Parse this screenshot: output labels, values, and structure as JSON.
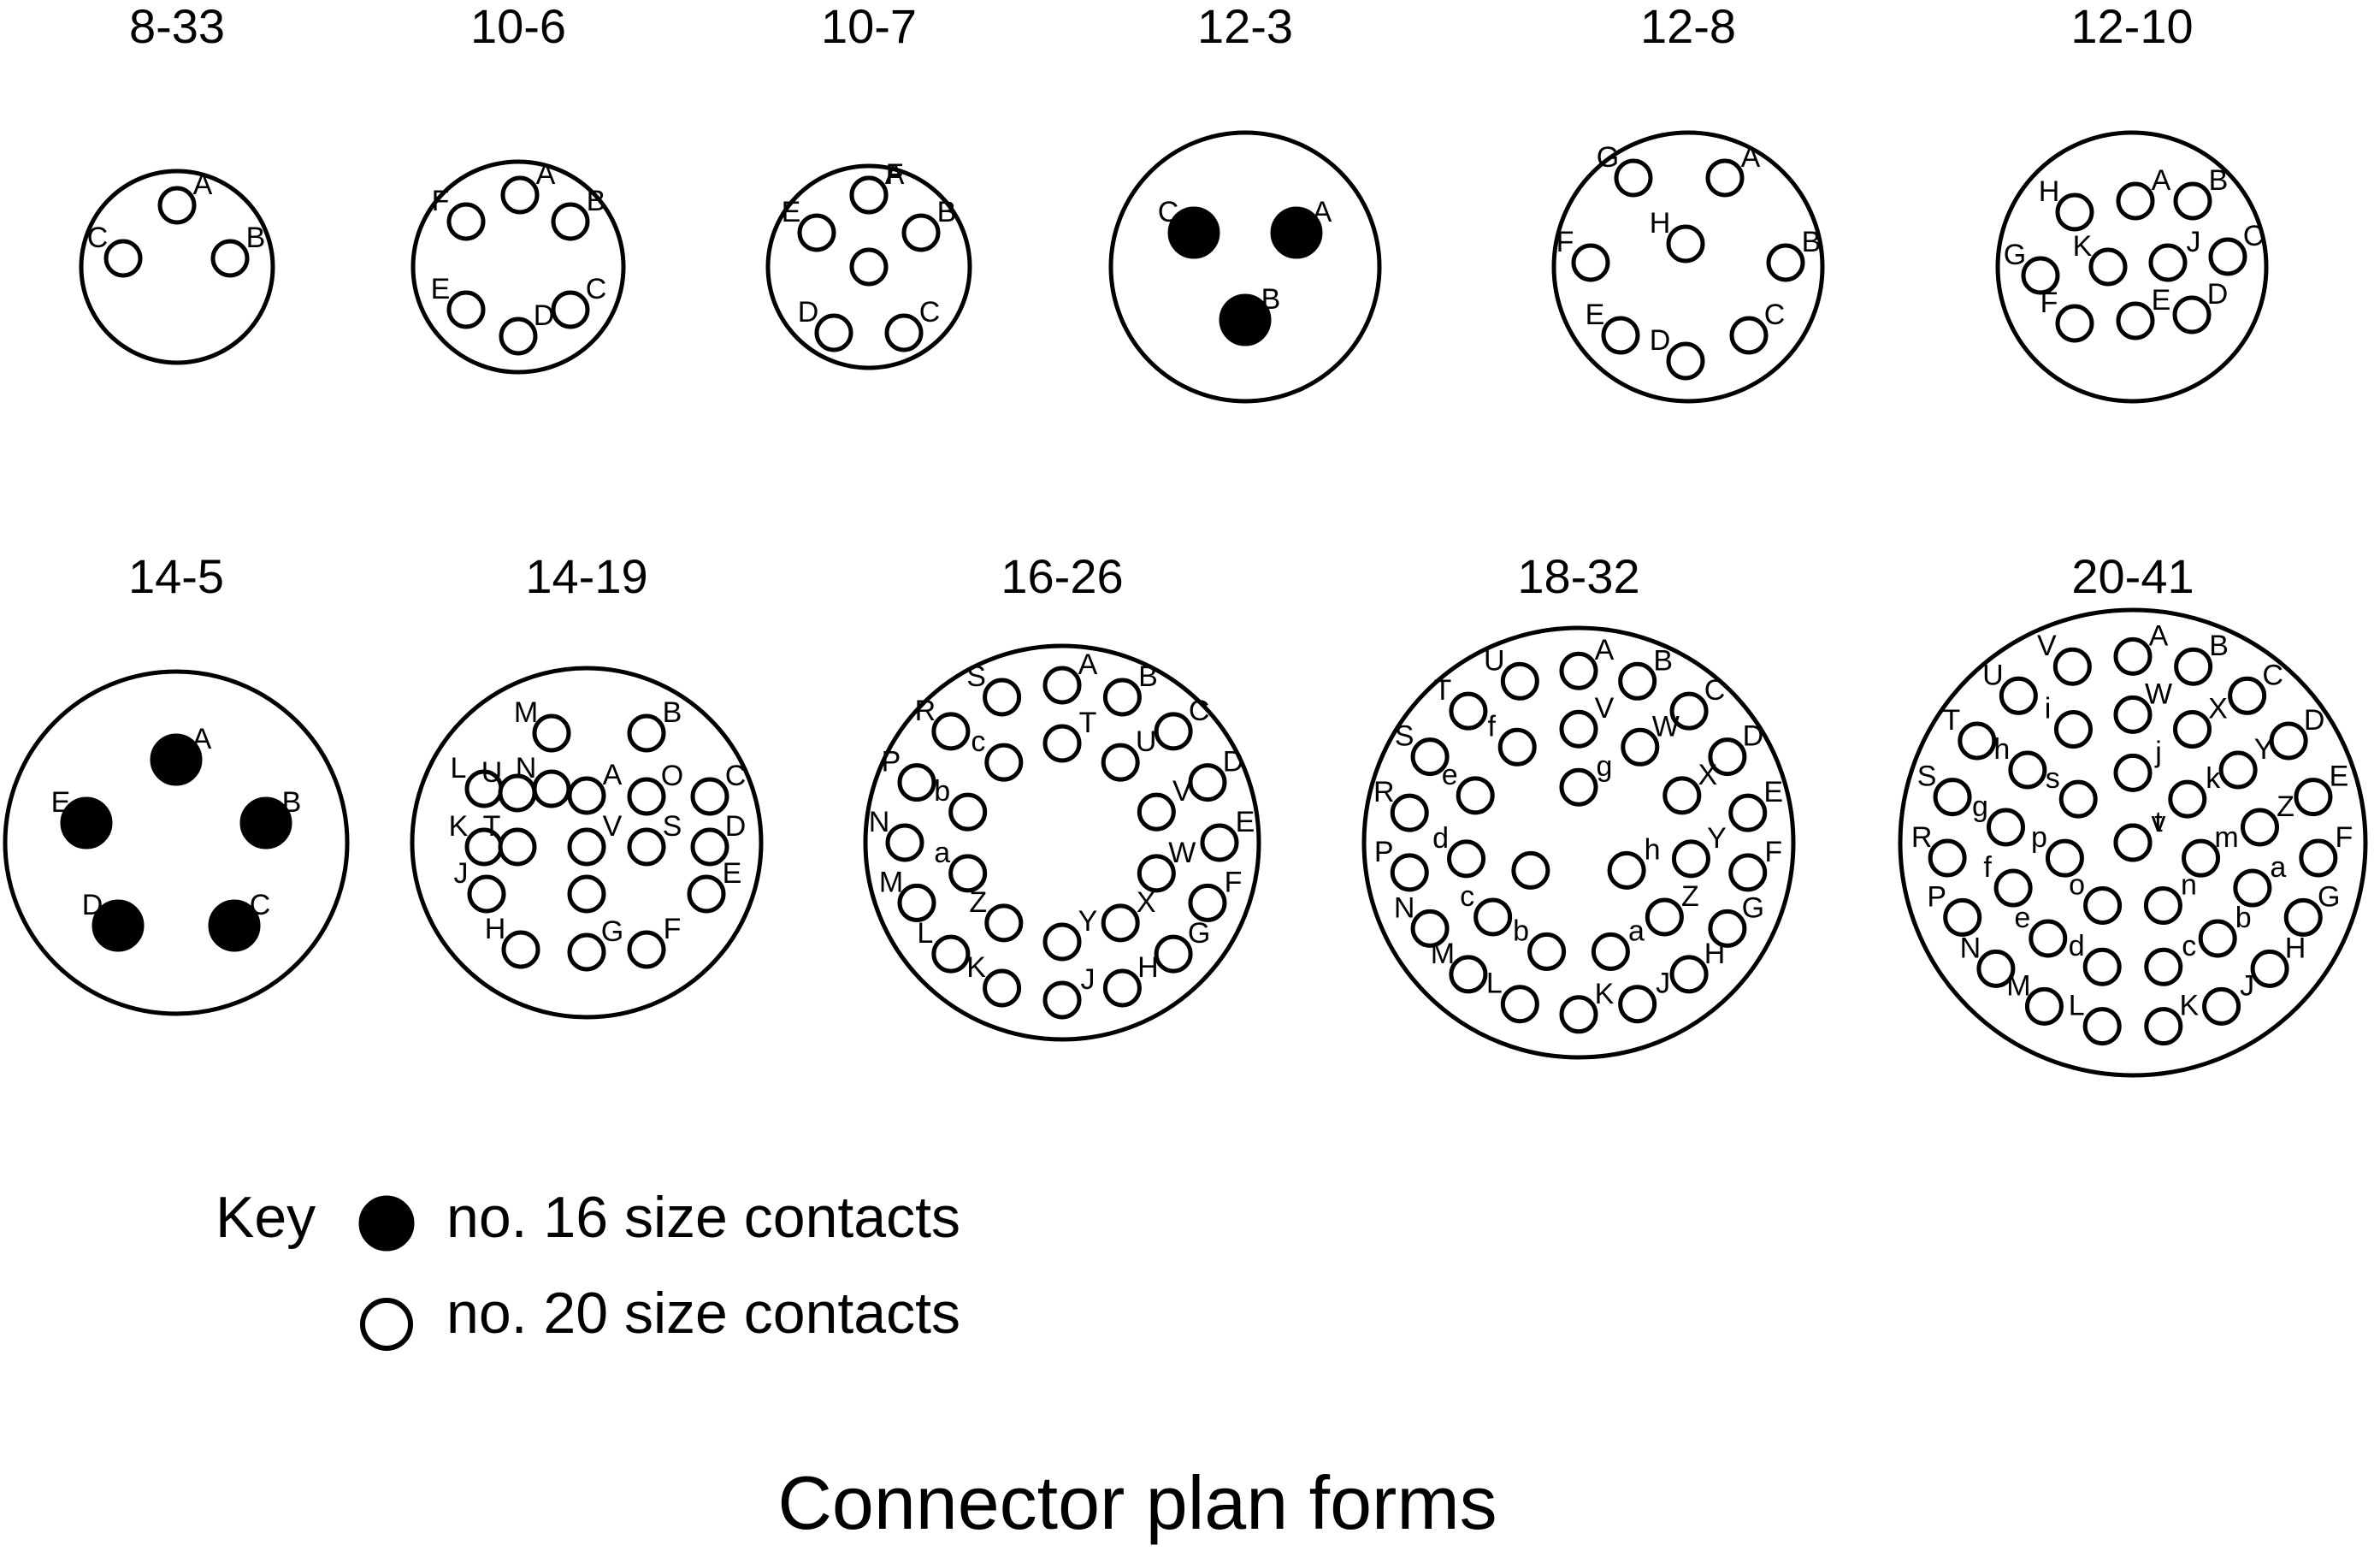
{
  "connectors": [
    {
      "name": "8-33",
      "pins": [
        {
          "label": "A",
          "type": "no20"
        },
        {
          "label": "B",
          "type": "no20"
        },
        {
          "label": "C",
          "type": "no20"
        }
      ]
    },
    {
      "name": "10-6",
      "pins": [
        {
          "label": "A",
          "type": "no20"
        },
        {
          "label": "B",
          "type": "no20"
        },
        {
          "label": "C",
          "type": "no20"
        },
        {
          "label": "D",
          "type": "no20"
        },
        {
          "label": "E",
          "type": "no20"
        },
        {
          "label": "F",
          "type": "no20"
        }
      ]
    },
    {
      "name": "10-7",
      "pins": [
        {
          "label": "A",
          "type": "no20"
        },
        {
          "label": "B",
          "type": "no20"
        },
        {
          "label": "C",
          "type": "no20"
        },
        {
          "label": "D",
          "type": "no20"
        },
        {
          "label": "E",
          "type": "no20"
        },
        {
          "label": "F",
          "type": "no20"
        },
        {
          "label": "",
          "type": "no20"
        }
      ]
    },
    {
      "name": "12-3",
      "pins": [
        {
          "label": "A",
          "type": "no16"
        },
        {
          "label": "B",
          "type": "no16"
        },
        {
          "label": "C",
          "type": "no16"
        }
      ]
    },
    {
      "name": "12-8",
      "pins": [
        {
          "label": "A",
          "type": "no20"
        },
        {
          "label": "B",
          "type": "no20"
        },
        {
          "label": "C",
          "type": "no20"
        },
        {
          "label": "D",
          "type": "no20"
        },
        {
          "label": "E",
          "type": "no20"
        },
        {
          "label": "F",
          "type": "no20"
        },
        {
          "label": "G",
          "type": "no20"
        },
        {
          "label": "H",
          "type": "no20"
        }
      ]
    },
    {
      "name": "12-10",
      "pins": [
        {
          "label": "A",
          "type": "no20"
        },
        {
          "label": "B",
          "type": "no20"
        },
        {
          "label": "C",
          "type": "no20"
        },
        {
          "label": "D",
          "type": "no20"
        },
        {
          "label": "E",
          "type": "no20"
        },
        {
          "label": "F",
          "type": "no20"
        },
        {
          "label": "G",
          "type": "no20"
        },
        {
          "label": "H",
          "type": "no20"
        },
        {
          "label": "J",
          "type": "no20"
        },
        {
          "label": "K",
          "type": "no20"
        }
      ]
    },
    {
      "name": "14-5",
      "pins": [
        {
          "label": "A",
          "type": "no16"
        },
        {
          "label": "B",
          "type": "no16"
        },
        {
          "label": "C",
          "type": "no16"
        },
        {
          "label": "D",
          "type": "no16"
        },
        {
          "label": "E",
          "type": "no16"
        }
      ]
    },
    {
      "name": "14-19",
      "pins": [
        {
          "label": "A",
          "type": "no20"
        },
        {
          "label": "B",
          "type": "no20"
        },
        {
          "label": "C",
          "type": "no20"
        },
        {
          "label": "D",
          "type": "no20"
        },
        {
          "label": "E",
          "type": "no20"
        },
        {
          "label": "F",
          "type": "no20"
        },
        {
          "label": "G",
          "type": "no20"
        },
        {
          "label": "H",
          "type": "no20"
        },
        {
          "label": "J",
          "type": "no20"
        },
        {
          "label": "K",
          "type": "no20"
        },
        {
          "label": "L",
          "type": "no20"
        },
        {
          "label": "M",
          "type": "no20"
        },
        {
          "label": "N",
          "type": "no20"
        },
        {
          "label": "O",
          "type": "no20"
        },
        {
          "label": "S",
          "type": "no20"
        },
        {
          "label": "T",
          "type": "no20"
        },
        {
          "label": "U",
          "type": "no20"
        },
        {
          "label": "V",
          "type": "no20"
        },
        {
          "label": "",
          "type": "no20"
        }
      ]
    },
    {
      "name": "16-26",
      "pins": [
        {
          "label": "A",
          "type": "no20"
        },
        {
          "label": "B",
          "type": "no20"
        },
        {
          "label": "C",
          "type": "no20"
        },
        {
          "label": "D",
          "type": "no20"
        },
        {
          "label": "E",
          "type": "no20"
        },
        {
          "label": "F",
          "type": "no20"
        },
        {
          "label": "G",
          "type": "no20"
        },
        {
          "label": "H",
          "type": "no20"
        },
        {
          "label": "J",
          "type": "no20"
        },
        {
          "label": "K",
          "type": "no20"
        },
        {
          "label": "L",
          "type": "no20"
        },
        {
          "label": "M",
          "type": "no20"
        },
        {
          "label": "N",
          "type": "no20"
        },
        {
          "label": "P",
          "type": "no20"
        },
        {
          "label": "R",
          "type": "no20"
        },
        {
          "label": "S",
          "type": "no20"
        },
        {
          "label": "T",
          "type": "no20"
        },
        {
          "label": "U",
          "type": "no20"
        },
        {
          "label": "V",
          "type": "no20"
        },
        {
          "label": "W",
          "type": "no20"
        },
        {
          "label": "X",
          "type": "no20"
        },
        {
          "label": "Y",
          "type": "no20"
        },
        {
          "label": "Z",
          "type": "no20"
        },
        {
          "label": "a",
          "type": "no20"
        },
        {
          "label": "b",
          "type": "no20"
        },
        {
          "label": "c",
          "type": "no20"
        }
      ]
    },
    {
      "name": "18-32",
      "pins": [
        {
          "label": "A",
          "type": "no20"
        },
        {
          "label": "B",
          "type": "no20"
        },
        {
          "label": "C",
          "type": "no20"
        },
        {
          "label": "D",
          "type": "no20"
        },
        {
          "label": "E",
          "type": "no20"
        },
        {
          "label": "F",
          "type": "no20"
        },
        {
          "label": "G",
          "type": "no20"
        },
        {
          "label": "H",
          "type": "no20"
        },
        {
          "label": "J",
          "type": "no20"
        },
        {
          "label": "K",
          "type": "no20"
        },
        {
          "label": "L",
          "type": "no20"
        },
        {
          "label": "M",
          "type": "no20"
        },
        {
          "label": "N",
          "type": "no20"
        },
        {
          "label": "P",
          "type": "no20"
        },
        {
          "label": "R",
          "type": "no20"
        },
        {
          "label": "S",
          "type": "no20"
        },
        {
          "label": "T",
          "type": "no20"
        },
        {
          "label": "U",
          "type": "no20"
        },
        {
          "label": "V",
          "type": "no20"
        },
        {
          "label": "W",
          "type": "no20"
        },
        {
          "label": "X",
          "type": "no20"
        },
        {
          "label": "Y",
          "type": "no20"
        },
        {
          "label": "Z",
          "type": "no20"
        },
        {
          "label": "a",
          "type": "no20"
        },
        {
          "label": "b",
          "type": "no20"
        },
        {
          "label": "c",
          "type": "no20"
        },
        {
          "label": "d",
          "type": "no20"
        },
        {
          "label": "e",
          "type": "no20"
        },
        {
          "label": "f",
          "type": "no20"
        },
        {
          "label": "g",
          "type": "no20"
        },
        {
          "label": "h",
          "type": "no20"
        },
        {
          "label": "",
          "type": "no20"
        }
      ]
    },
    {
      "name": "20-41",
      "pins": [
        {
          "label": "A",
          "type": "no20"
        },
        {
          "label": "B",
          "type": "no20"
        },
        {
          "label": "C",
          "type": "no20"
        },
        {
          "label": "D",
          "type": "no20"
        },
        {
          "label": "E",
          "type": "no20"
        },
        {
          "label": "F",
          "type": "no20"
        },
        {
          "label": "G",
          "type": "no20"
        },
        {
          "label": "H",
          "type": "no20"
        },
        {
          "label": "J",
          "type": "no20"
        },
        {
          "label": "K",
          "type": "no20"
        },
        {
          "label": "L",
          "type": "no20"
        },
        {
          "label": "M",
          "type": "no20"
        },
        {
          "label": "N",
          "type": "no20"
        },
        {
          "label": "P",
          "type": "no20"
        },
        {
          "label": "R",
          "type": "no20"
        },
        {
          "label": "S",
          "type": "no20"
        },
        {
          "label": "T",
          "type": "no20"
        },
        {
          "label": "U",
          "type": "no20"
        },
        {
          "label": "V",
          "type": "no20"
        },
        {
          "label": "W",
          "type": "no20"
        },
        {
          "label": "X",
          "type": "no20"
        },
        {
          "label": "Y",
          "type": "no20"
        },
        {
          "label": "Z",
          "type": "no20"
        },
        {
          "label": "a",
          "type": "no20"
        },
        {
          "label": "b",
          "type": "no20"
        },
        {
          "label": "c",
          "type": "no20"
        },
        {
          "label": "d",
          "type": "no20"
        },
        {
          "label": "e",
          "type": "no20"
        },
        {
          "label": "f",
          "type": "no20"
        },
        {
          "label": "g",
          "type": "no20"
        },
        {
          "label": "h",
          "type": "no20"
        },
        {
          "label": "i",
          "type": "no20"
        },
        {
          "label": "j",
          "type": "no20"
        },
        {
          "label": "k",
          "type": "no20"
        },
        {
          "label": "m",
          "type": "no20"
        },
        {
          "label": "n",
          "type": "no20"
        },
        {
          "label": "o",
          "type": "no20"
        },
        {
          "label": "p",
          "type": "no20"
        },
        {
          "label": "s",
          "type": "no20"
        },
        {
          "label": "t",
          "type": "no20"
        },
        {
          "label": "v",
          "type": "no20"
        }
      ]
    }
  ],
  "key": {
    "title": "Key",
    "items": [
      {
        "type": "no16",
        "label": "no. 16 size contacts"
      },
      {
        "type": "no20",
        "label": "no. 20 size contacts"
      }
    ]
  },
  "caption": "Connector plan forms"
}
